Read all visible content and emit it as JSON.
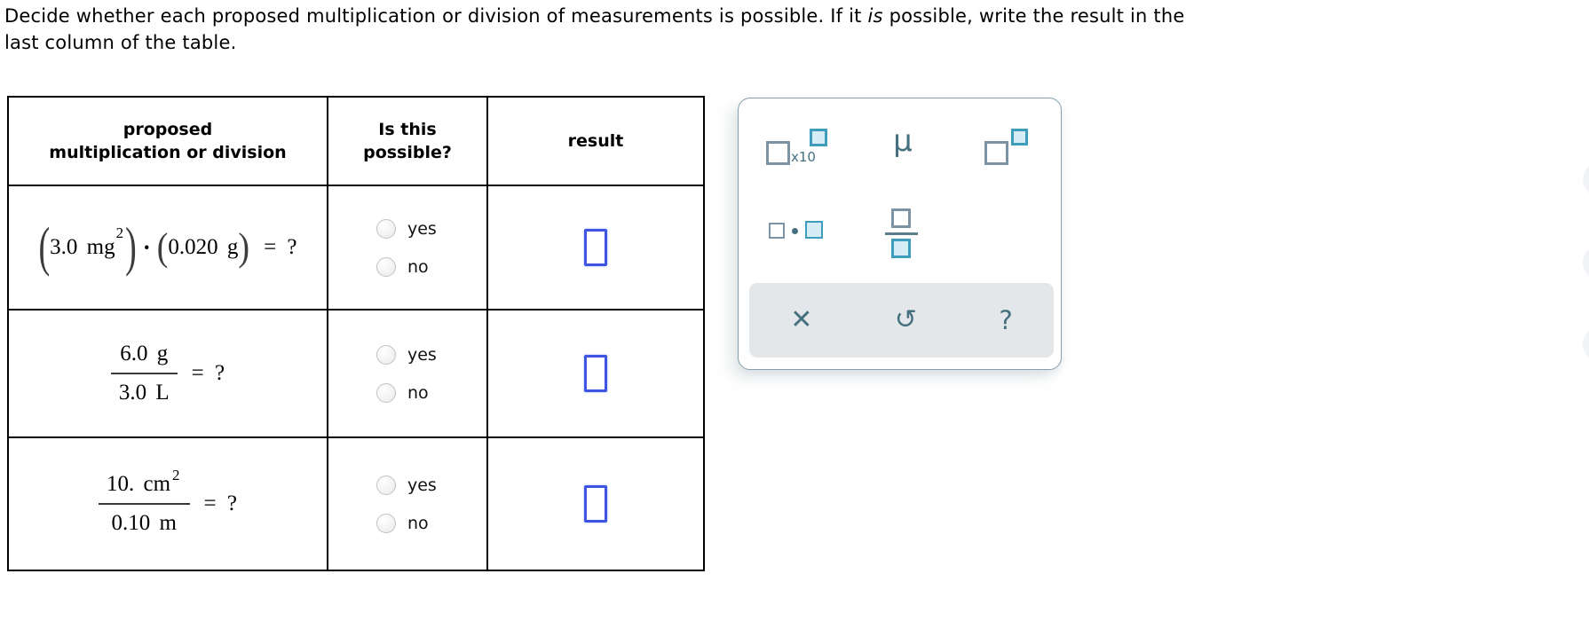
{
  "instructions": {
    "part1": "Decide whether each proposed multiplication or division of measurements is possible. If it ",
    "emphasis": "is",
    "part2": " possible, write the result in the",
    "line2": "last column of the table."
  },
  "table": {
    "headers": {
      "col1_line1": "proposed",
      "col1_line2": "multiplication or division",
      "col2_line1": "Is this",
      "col2_line2": "possible?",
      "col3": "result"
    },
    "rows": [
      {
        "kind": "product",
        "open_paren": "(",
        "close_paren": ")",
        "factor1": "3.0 mg",
        "factor1_exponent": "2",
        "dot": "·",
        "factor2": "0.020 g",
        "equals": "= ?",
        "options": [
          "yes",
          "no"
        ]
      },
      {
        "kind": "fraction",
        "numerator": "6.0 g",
        "denominator": "3.0 L",
        "equals": "= ?",
        "options": [
          "yes",
          "no"
        ]
      },
      {
        "kind": "fraction",
        "numerator": "10. cm",
        "numerator_exponent": "2",
        "denominator": "0.10 m",
        "equals": "= ?",
        "options": [
          "yes",
          "no"
        ]
      }
    ]
  },
  "palette": {
    "x10_label": "x10",
    "mu_label": "μ",
    "clear_label": "✕",
    "undo_label": "↺",
    "help_label": "?"
  },
  "colors": {
    "answer_box_border": "#3d55e1",
    "palette_box_gray": "#7b93a2",
    "palette_box_blue_border": "#3e9dbd",
    "palette_box_blue_fill": "#d6edf5",
    "palette_icon": "#45707f"
  }
}
